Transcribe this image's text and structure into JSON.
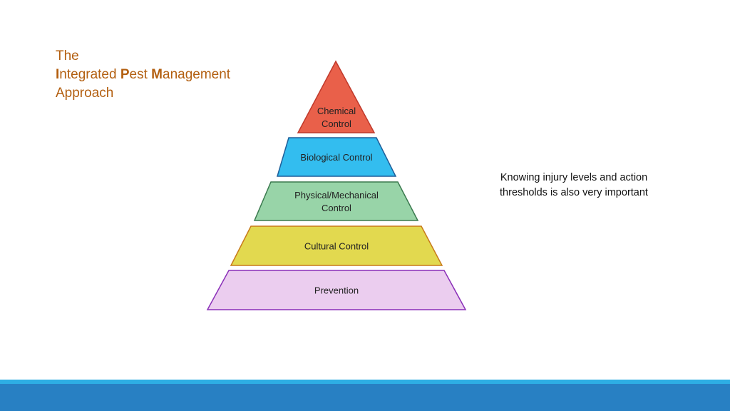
{
  "title": {
    "line1": "The",
    "line2_parts": [
      {
        "bold": "I",
        "rest": "ntegrated "
      },
      {
        "bold": "P",
        "rest": "est "
      },
      {
        "bold": "M",
        "rest": "anagement"
      }
    ],
    "line3": "Approach"
  },
  "pyramid": [
    {
      "lines": [
        "Chemical",
        "Control"
      ],
      "fill": "#e9604a",
      "stroke": "#c0392b"
    },
    {
      "lines": [
        "Biological Control"
      ],
      "fill": "#33bdef",
      "stroke": "#1f5f9a"
    },
    {
      "lines": [
        "Physical/Mechanical",
        "Control"
      ],
      "fill": "#98d4a8",
      "stroke": "#3b7a4f"
    },
    {
      "lines": [
        "Cultural Control"
      ],
      "fill": "#e2d94f",
      "stroke": "#c87a1a"
    },
    {
      "lines": [
        "Prevention"
      ],
      "fill": "#ebcdef",
      "stroke": "#8a2fb8"
    }
  ],
  "note": "Knowing injury levels and action thresholds is also very important"
}
